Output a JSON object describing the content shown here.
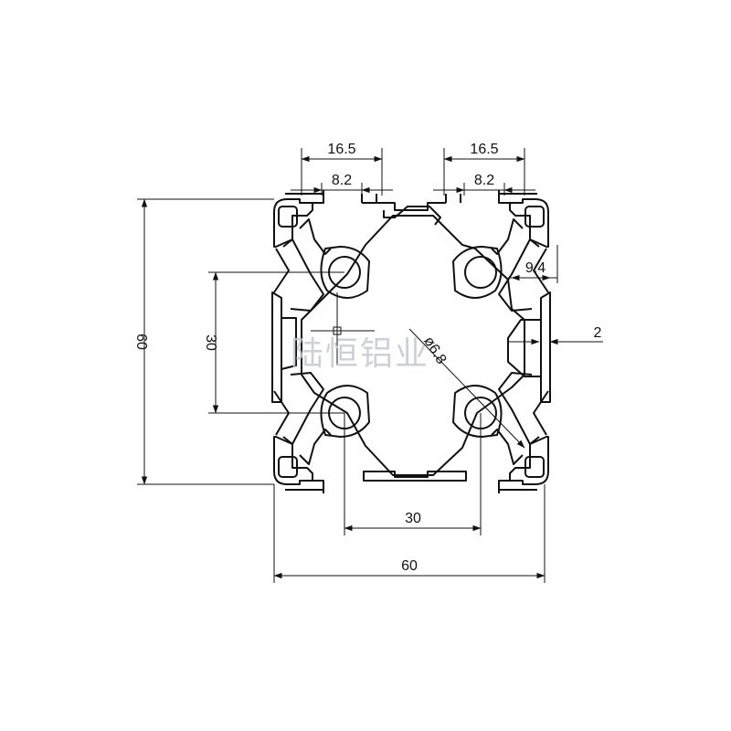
{
  "drawing": {
    "colors": {
      "line": "#111111",
      "background": "#ffffff",
      "watermark": "#c3c9d1"
    },
    "dimensions": {
      "top_left_slot_outer": "16.5",
      "top_left_slot_inner": "8.2",
      "top_right_slot_outer": "16.5",
      "top_right_slot_inner": "8.2",
      "right_slot_depth": "9.4",
      "wall_thickness": "2",
      "hole_diameter": "ø6.8",
      "overall_height": "60",
      "hole_spacing_vertical": "30",
      "hole_spacing_horizontal": "30",
      "overall_width": "60"
    },
    "watermark": "陆恒铝业"
  }
}
